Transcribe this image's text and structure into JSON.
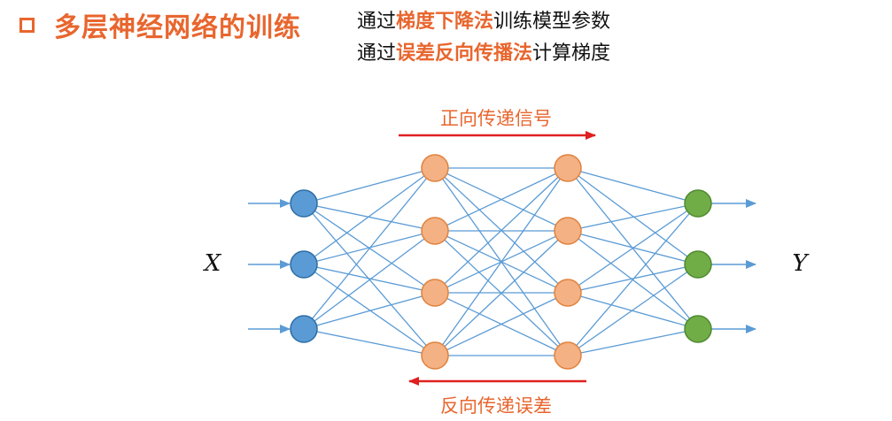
{
  "heading": {
    "title": "多层神经网络的训练"
  },
  "description": {
    "line1": {
      "prefix": "通过",
      "highlight": "梯度下降法",
      "suffix": "训练模型参数"
    },
    "line2": {
      "prefix": "通过",
      "highlight": "误差反向传播法",
      "suffix": "计算梯度"
    }
  },
  "diagram": {
    "forward_label": "正向传递信号",
    "backward_label": "反向传递误差",
    "input_label": "X",
    "output_label": "Y",
    "layers": [
      {
        "name": "input",
        "nodes": 3,
        "color": "#5B9BD5",
        "stroke": "#2E6DA4"
      },
      {
        "name": "hidden-1",
        "nodes": 4,
        "color": "#F4B183",
        "stroke": "#E0823D"
      },
      {
        "name": "hidden-2",
        "nodes": 4,
        "color": "#F4B183",
        "stroke": "#E0823D"
      },
      {
        "name": "output",
        "nodes": 3,
        "color": "#70AD47",
        "stroke": "#4E8A2E"
      }
    ],
    "colors": {
      "accent": "#E8662E",
      "arrow_red": "#E02020",
      "edge_blue": "#5B9BD5"
    }
  }
}
